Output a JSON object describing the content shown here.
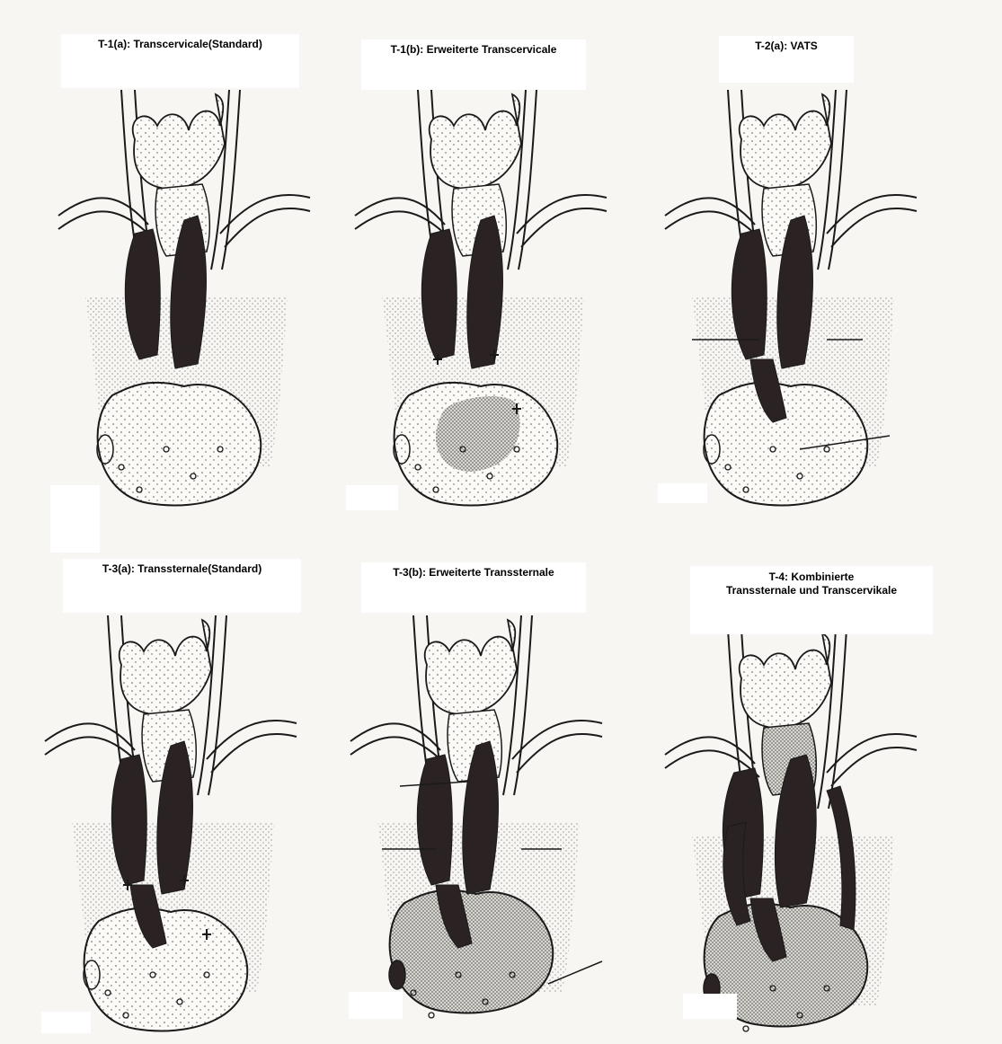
{
  "figure": {
    "panels": [
      {
        "id": "t1a",
        "lines": [
          "T-1(a): Transcervicale(Standard)"
        ],
        "variant": "t1a"
      },
      {
        "id": "t1b",
        "lines": [
          "T-1(b): Erweiterte Transcervicale"
        ],
        "variant": "t1b"
      },
      {
        "id": "t2a",
        "lines": [
          "T-2(a): VATS"
        ],
        "variant": "t2a"
      },
      {
        "id": "t3a",
        "lines": [
          "T-3(a): Transsternale(Standard)"
        ],
        "variant": "t3a"
      },
      {
        "id": "t3b",
        "lines": [
          "T-3(b): Erweiterte Transsternale"
        ],
        "variant": "t3b"
      },
      {
        "id": "t4",
        "lines": [
          "T-4: Kombinierte",
          "Transsternale und Transcervikale"
        ],
        "variant": "t4"
      }
    ],
    "colors": {
      "ink": "#1a1a1a",
      "thymus_dark": "#2b2323",
      "paper": "#f7f6f3",
      "label_bg": "#ffffff"
    }
  }
}
